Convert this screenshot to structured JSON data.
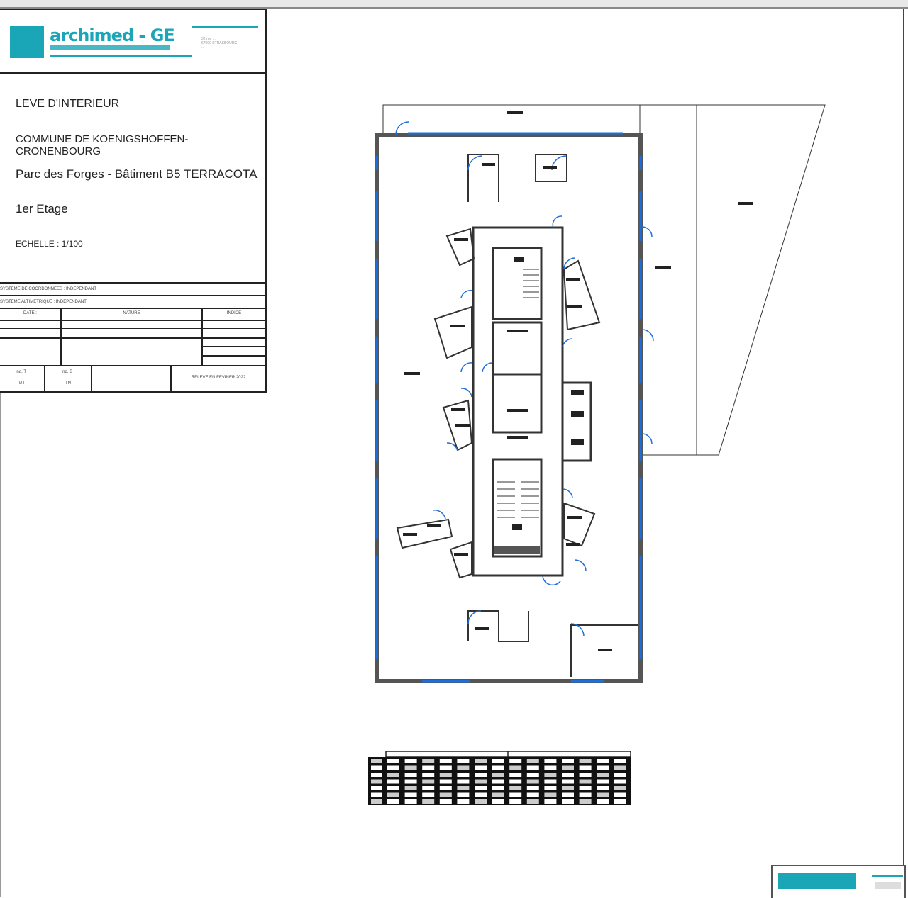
{
  "title_block": {
    "logo_text": "archimed - GE",
    "address_lines": [
      "32 rue ...",
      "67000 STRASBOURG",
      "...",
      "..."
    ],
    "survey_type": "LEVE D'INTERIEUR",
    "commune": "COMMUNE DE KOENIGSHOFFEN-CRONENBOURG",
    "site": "Parc des Forges - Bâtiment B5 TERRACOTA",
    "floor": "1er Etage",
    "scale": "ECHELLE : 1/100",
    "coord_system": "SYSTEME DE COORDONNEES : INDEPENDANT",
    "alti_system": "SYSTEME ALTIMETRIQUE : INDEPENDANT",
    "revision_headers": {
      "date": "DATE :",
      "nature": "NATURE",
      "indice": "INDICE"
    },
    "ind_t_label": "Ind. T :",
    "ind_t_value": "DT",
    "ind_b_label": "Ind. B :",
    "ind_b_value": "TN",
    "survey_date": "RELEVE EN FEVRIER 2022"
  },
  "colors": {
    "brand": "#1aa6b7",
    "doors": "#1e6fd9",
    "walls": "#555555"
  },
  "icons": [
    "logo-mark",
    "door-swing-icon",
    "stair-icon"
  ]
}
